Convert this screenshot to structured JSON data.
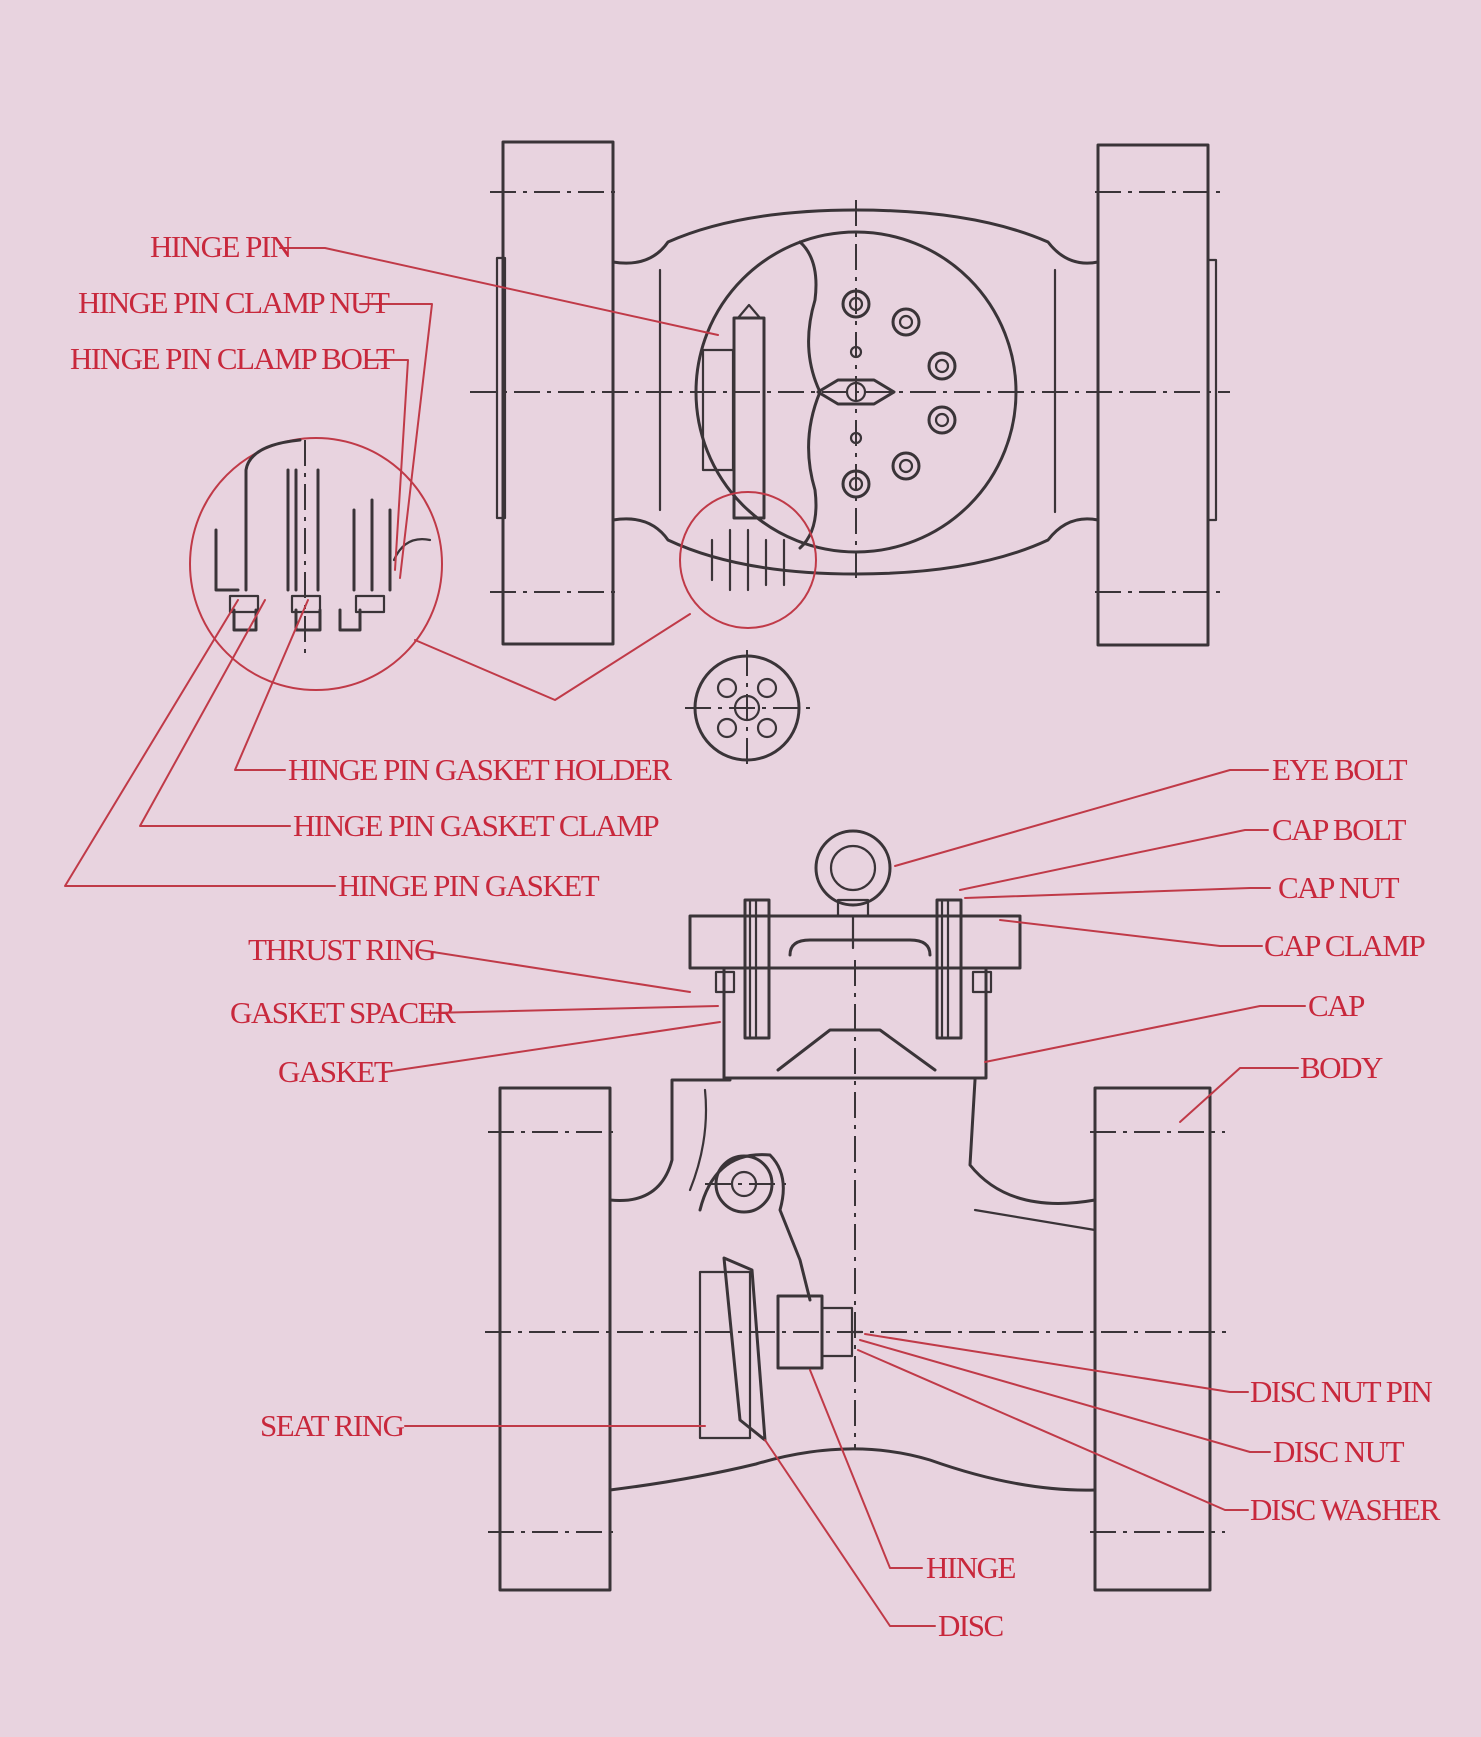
{
  "colors": {
    "background": "#e8d3df",
    "labels": "#c8283c",
    "leaders": "#c03a48",
    "drawing": "#3a3438"
  },
  "labels": {
    "hinge_pin": "HINGE PIN",
    "hinge_pin_clamp_nut": "HINGE PIN CLAMP NUT",
    "hinge_pin_clamp_bolt": "HINGE PIN CLAMP BOLT",
    "hinge_pin_gasket_holder": "HINGE PIN GASKET HOLDER",
    "hinge_pin_gasket_clamp": "HINGE PIN GASKET CLAMP",
    "hinge_pin_gasket": "HINGE PIN GASKET",
    "thrust_ring": "THRUST RING",
    "gasket_spacer": "GASKET SPACER",
    "gasket": "GASKET",
    "seat_ring": "SEAT RING",
    "eye_bolt": "EYE BOLT",
    "cap_bolt": "CAP BOLT",
    "cap_nut": "CAP NUT",
    "cap_clamp": "CAP CLAMP",
    "cap": "CAP",
    "body": "BODY",
    "disc_nut_pin": "DISC NUT PIN",
    "disc_nut": "DISC NUT",
    "disc_washer": "DISC WASHER",
    "hinge": "HINGE",
    "disc": "DISC"
  }
}
